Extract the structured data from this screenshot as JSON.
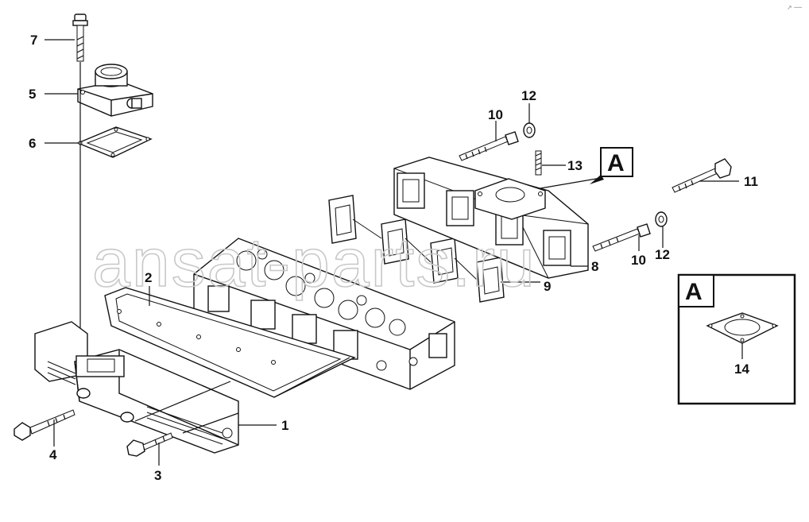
{
  "watermark": "ansat-parts.ru",
  "corner_mark": "↗ ──",
  "detail_view": {
    "label": "A",
    "part_callout": "14"
  },
  "view_reference": "A",
  "callouts": {
    "c1": "1",
    "c2": "2",
    "c3": "3",
    "c4": "4",
    "c5": "5",
    "c6": "6",
    "c7": "7",
    "c8": "8",
    "c9": "9",
    "c10a": "10",
    "c10b": "10",
    "c11": "11",
    "c12a": "12",
    "c12b": "12",
    "c13": "13"
  }
}
